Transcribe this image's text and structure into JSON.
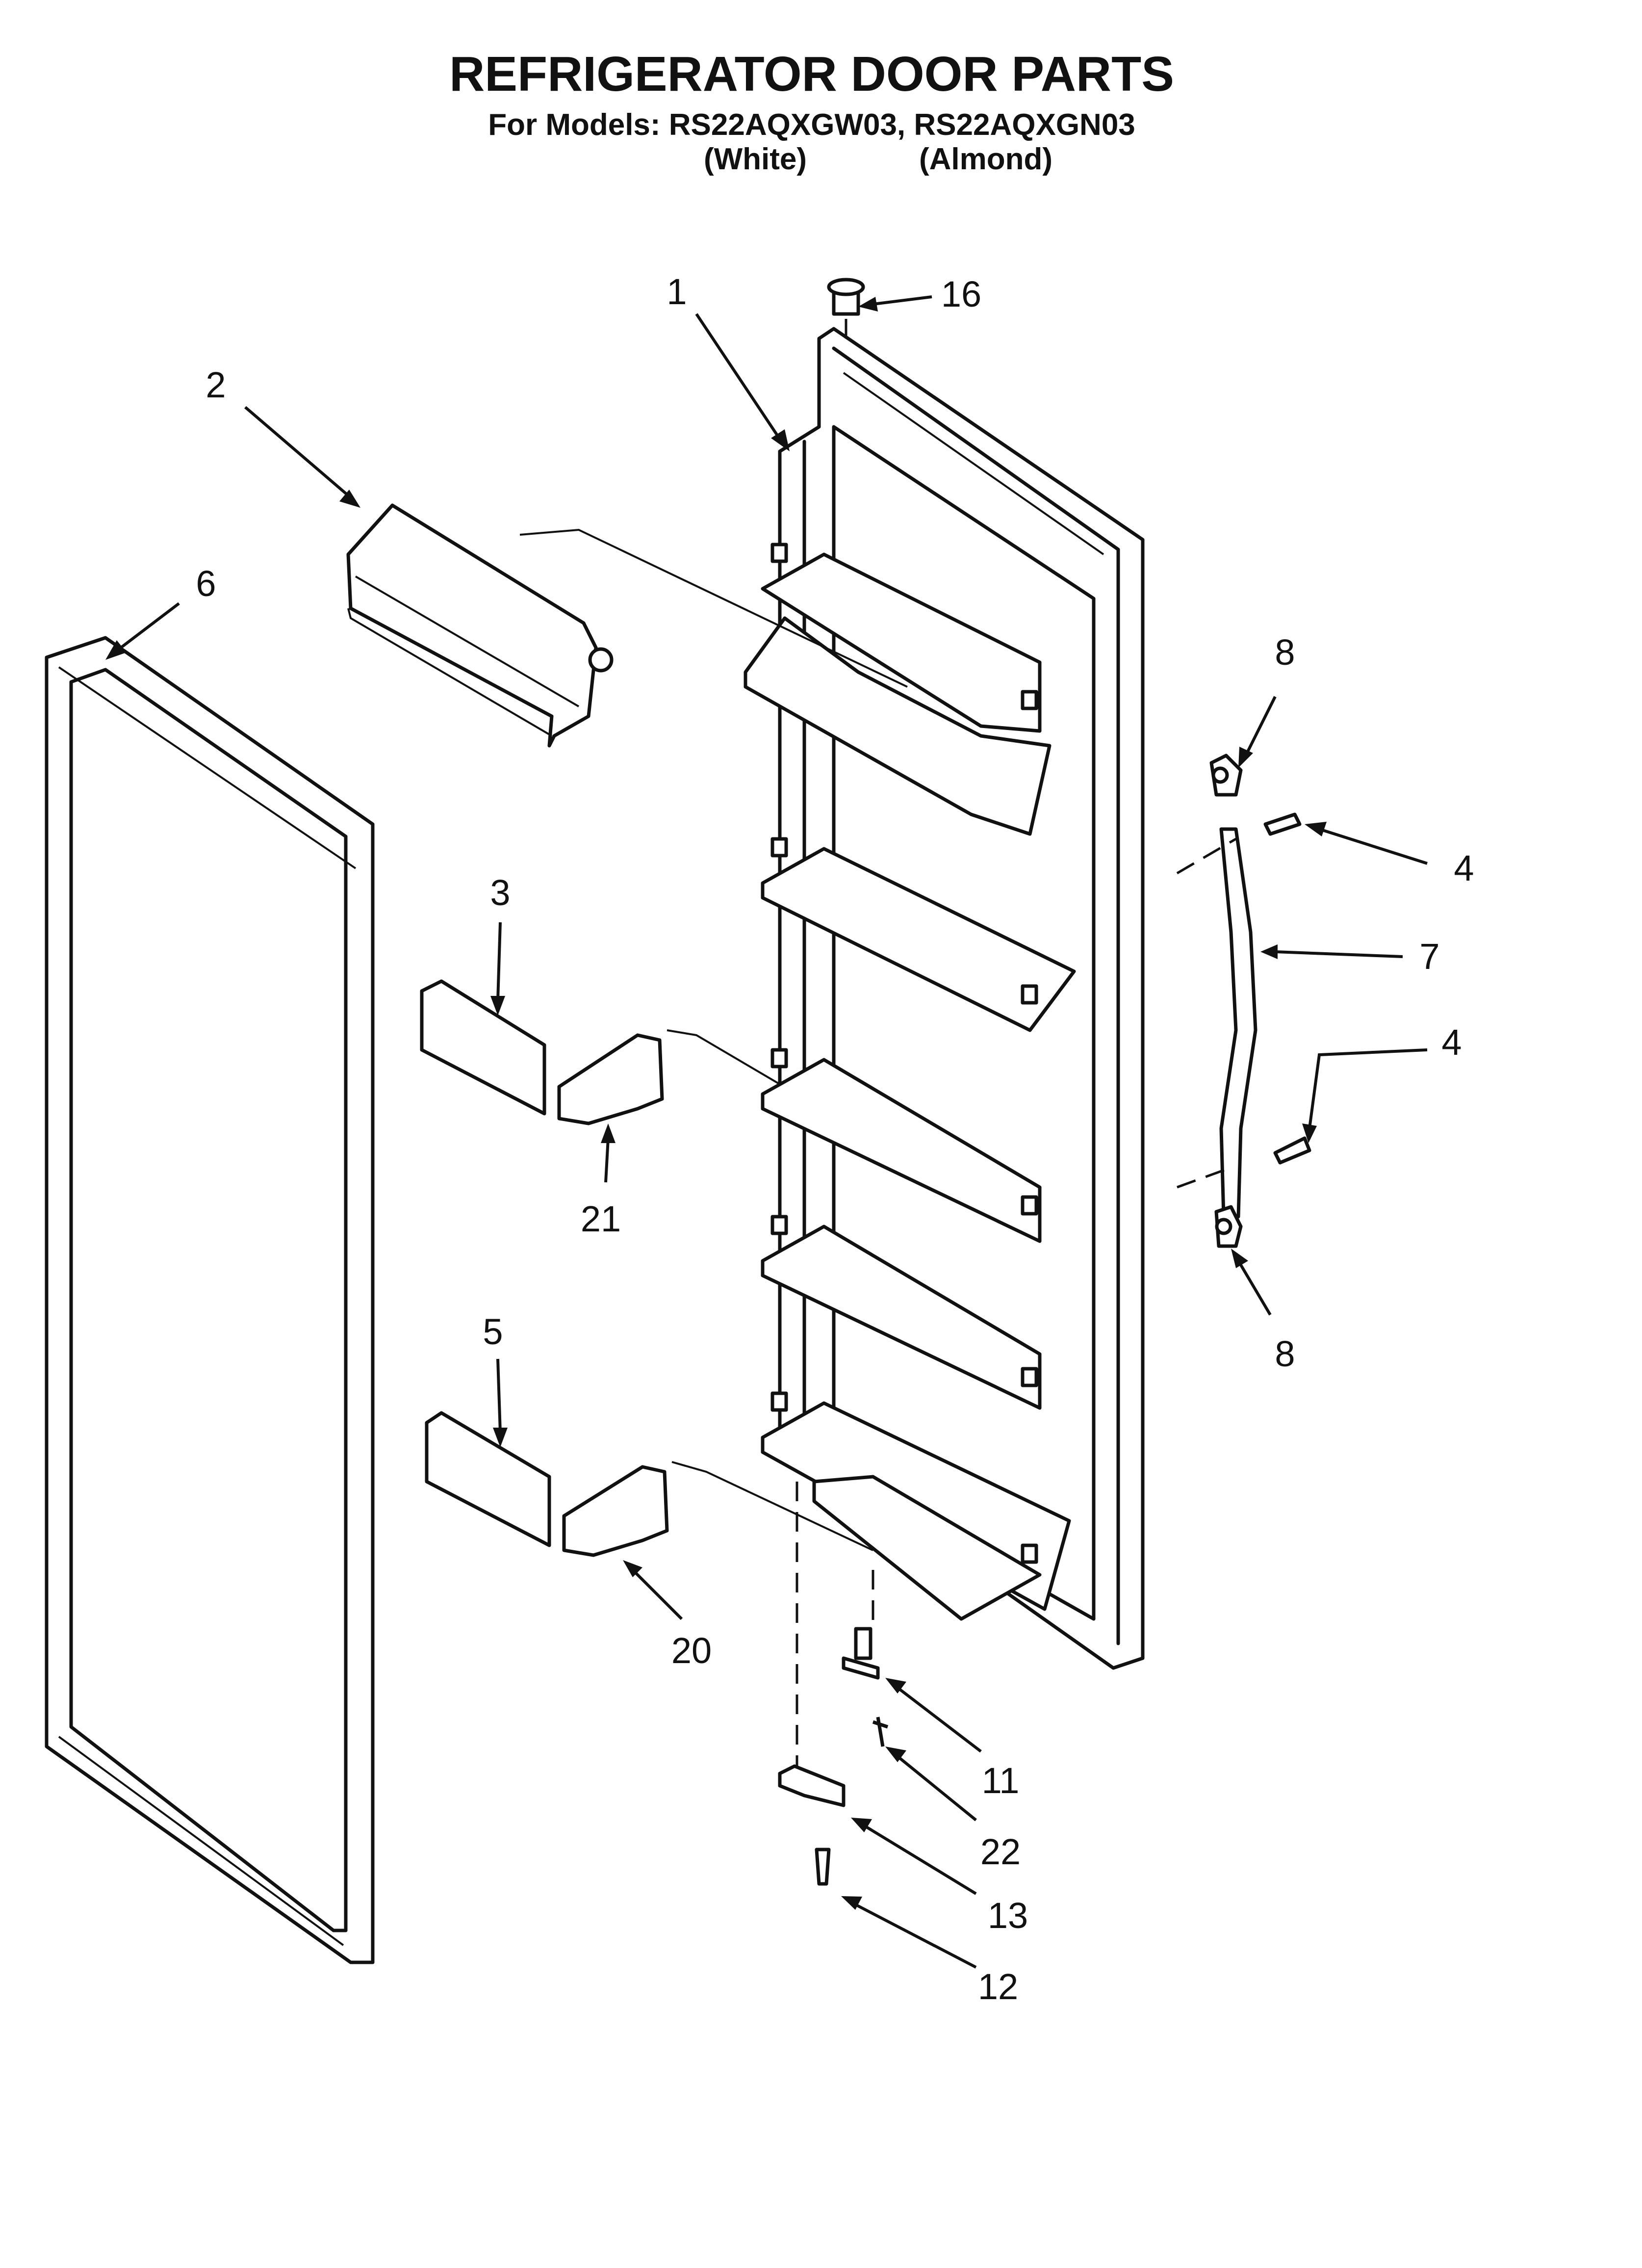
{
  "header": {
    "title": "REFRIGERATOR DOOR PARTS",
    "models_line": "For Models: RS22AQXGW03, RS22AQXGN03",
    "color_white": "(White)",
    "color_almond": "(Almond)"
  },
  "callouts": {
    "c1": "1",
    "c2": "2",
    "c3": "3",
    "c4a": "4",
    "c4b": "4",
    "c5": "5",
    "c6": "6",
    "c7": "7",
    "c8a": "8",
    "c8b": "8",
    "c11": "11",
    "c12": "12",
    "c13": "13",
    "c16": "16",
    "c20": "20",
    "c21": "21",
    "c22": "22"
  }
}
